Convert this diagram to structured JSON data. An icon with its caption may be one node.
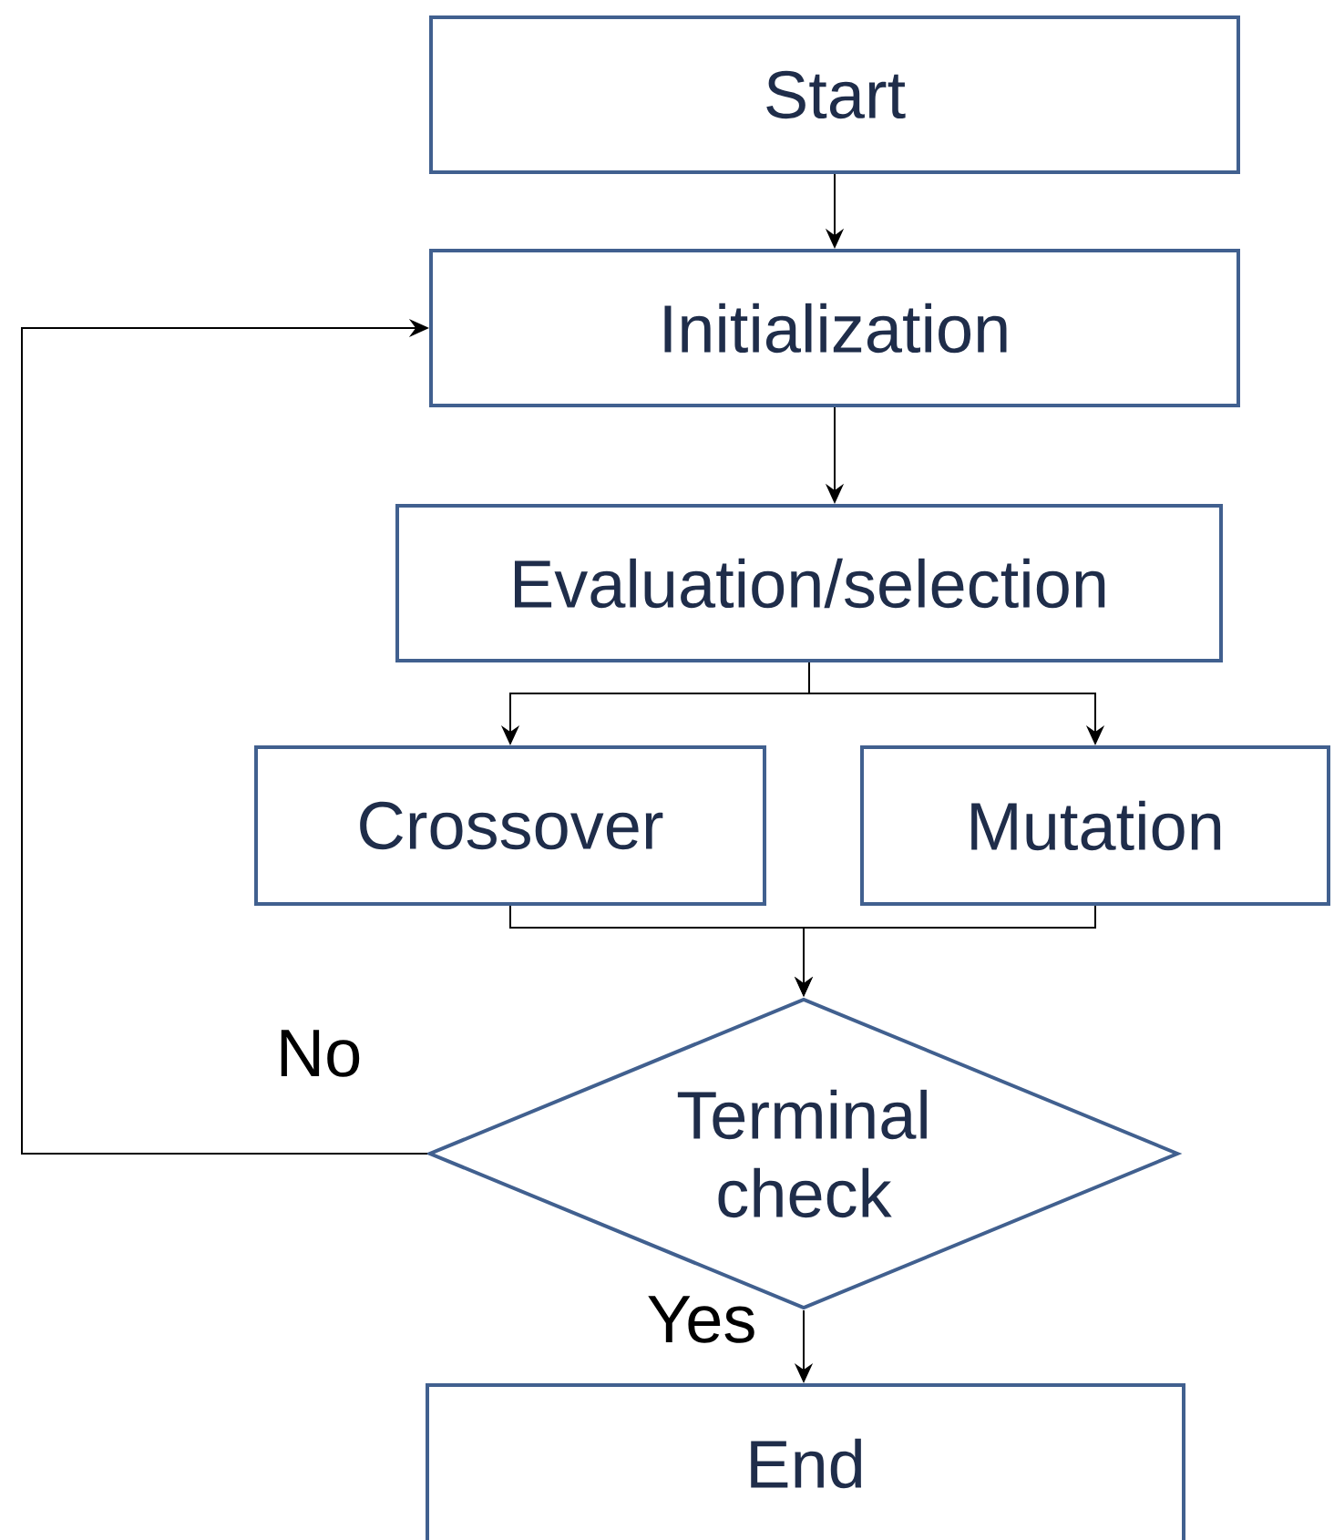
{
  "diagram": {
    "nodes": [
      {
        "text": [
          "Start"
        ]
      },
      {
        "text": [
          "Initialization"
        ]
      },
      {
        "text": [
          "Evaluation/selection"
        ]
      },
      {
        "text": [
          "Crossover"
        ]
      },
      {
        "text": [
          "Mutation"
        ]
      },
      {
        "text": [
          "Terminal check"
        ]
      },
      {
        "text": [
          "End"
        ]
      }
    ],
    "edges": [
      {
        "from": 0,
        "to": 1,
        "arrow": "to"
      },
      {
        "from": 1,
        "to": 2,
        "arrow": "to"
      },
      {
        "from": 2,
        "to": 3,
        "arrow": "to"
      },
      {
        "from": 2,
        "to": 4,
        "arrow": "to"
      },
      {
        "from": 3,
        "to": 5,
        "arrow": "to"
      },
      {
        "from": 4,
        "to": 5,
        "arrow": "to"
      },
      {
        "from": 5,
        "to": 1,
        "arrow": "to",
        "label": "No"
      },
      {
        "from": 5,
        "to": 6,
        "arrow": "to",
        "label": "Yes"
      }
    ]
  }
}
